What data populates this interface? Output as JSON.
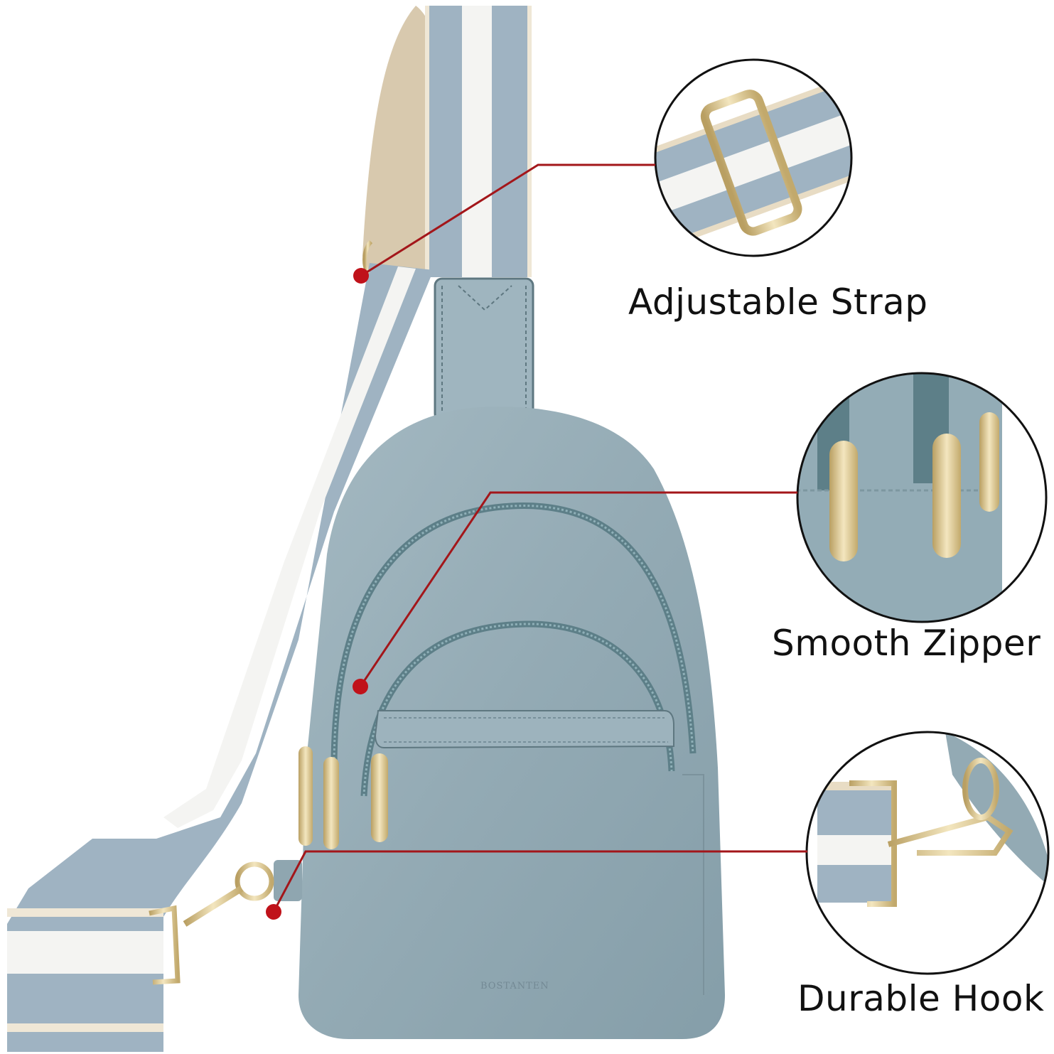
{
  "product": {
    "brand_emboss": "BOSTANTEN",
    "type": "sling bag",
    "colors": {
      "leather": "#93aab4",
      "leather_dark": "#6f8894",
      "zipper": "#5d7f88",
      "strap_blue": "#9fb3c2",
      "strap_white": "#f4f4f2",
      "strap_beige": "#d8c9ae",
      "gold": "#d9c48f",
      "callout_red": "#a3161a",
      "callout_dot": "#c0121a",
      "circle_border": "#111111"
    }
  },
  "features": [
    {
      "label": "Adjustable Strap",
      "icon": "strap-buckle-inset"
    },
    {
      "label": "Smooth Zipper",
      "icon": "zipper-pulls-inset"
    },
    {
      "label": "Durable Hook",
      "icon": "swivel-hook-inset"
    }
  ]
}
